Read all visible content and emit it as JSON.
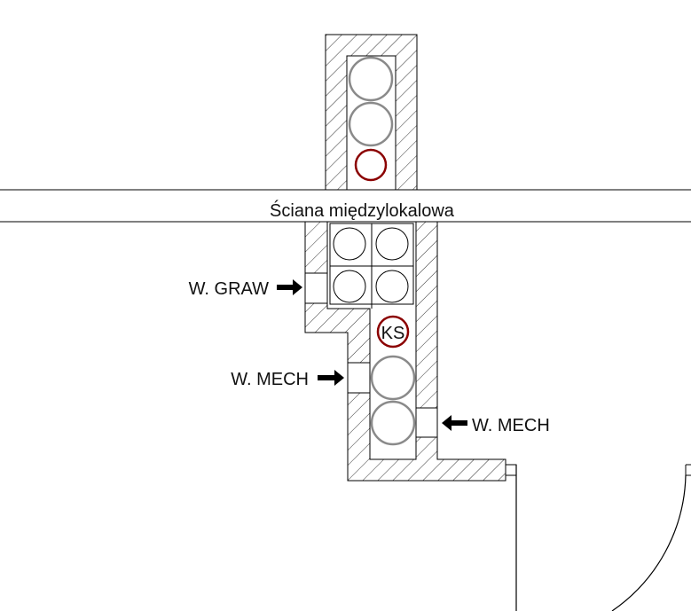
{
  "drawing": {
    "wall_label": "Ściana międzylokalowa",
    "ks_label": "KS",
    "label_w_graw": "W. GRAW",
    "label_w_mech_left": "W. MECH",
    "label_w_mech_right": "W. MECH"
  },
  "colors": {
    "line": "#000000",
    "duct_gray": "#8a8a8a",
    "duct_red": "#8b0000"
  }
}
